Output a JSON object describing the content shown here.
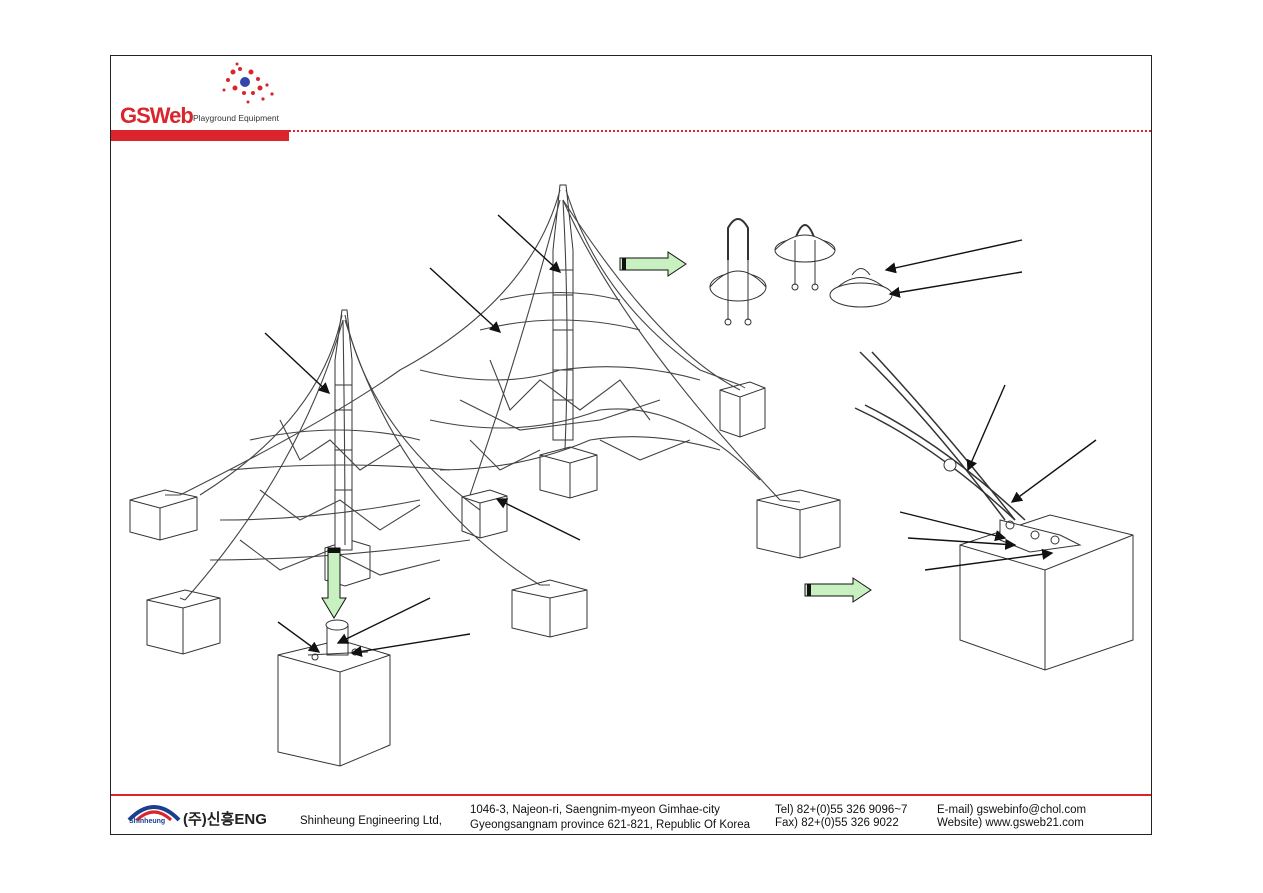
{
  "header": {
    "brand": "GSWeb",
    "brand_sub": "Playground Equipment",
    "brand_color": "#d9252b"
  },
  "footer": {
    "logo_small": "Shinheung",
    "company_korean": "(주)신흥ENG",
    "company_english": "Shinheung Engineering Ltd,",
    "address_line1": "1046-3, Najeon-ri, Saengnim-myeon Gimhae-city",
    "address_line2": "Gyeongsangnam province 621-821, Republic Of Korea",
    "tel": "Tel) 82+(0)55 326 9096~7",
    "fax": "Fax) 82+(0)55 326 9022",
    "email": "E-mail) gswebinfo@chol.com",
    "website": "Website) www.gsweb21.com"
  },
  "drawing": {
    "subject": "rope-pyramid-playground-assembly",
    "icons": [
      "arrow-right-icon",
      "arrow-down-icon",
      "u-bolt-icon",
      "cap-icon",
      "anchor-block-icon"
    ]
  }
}
